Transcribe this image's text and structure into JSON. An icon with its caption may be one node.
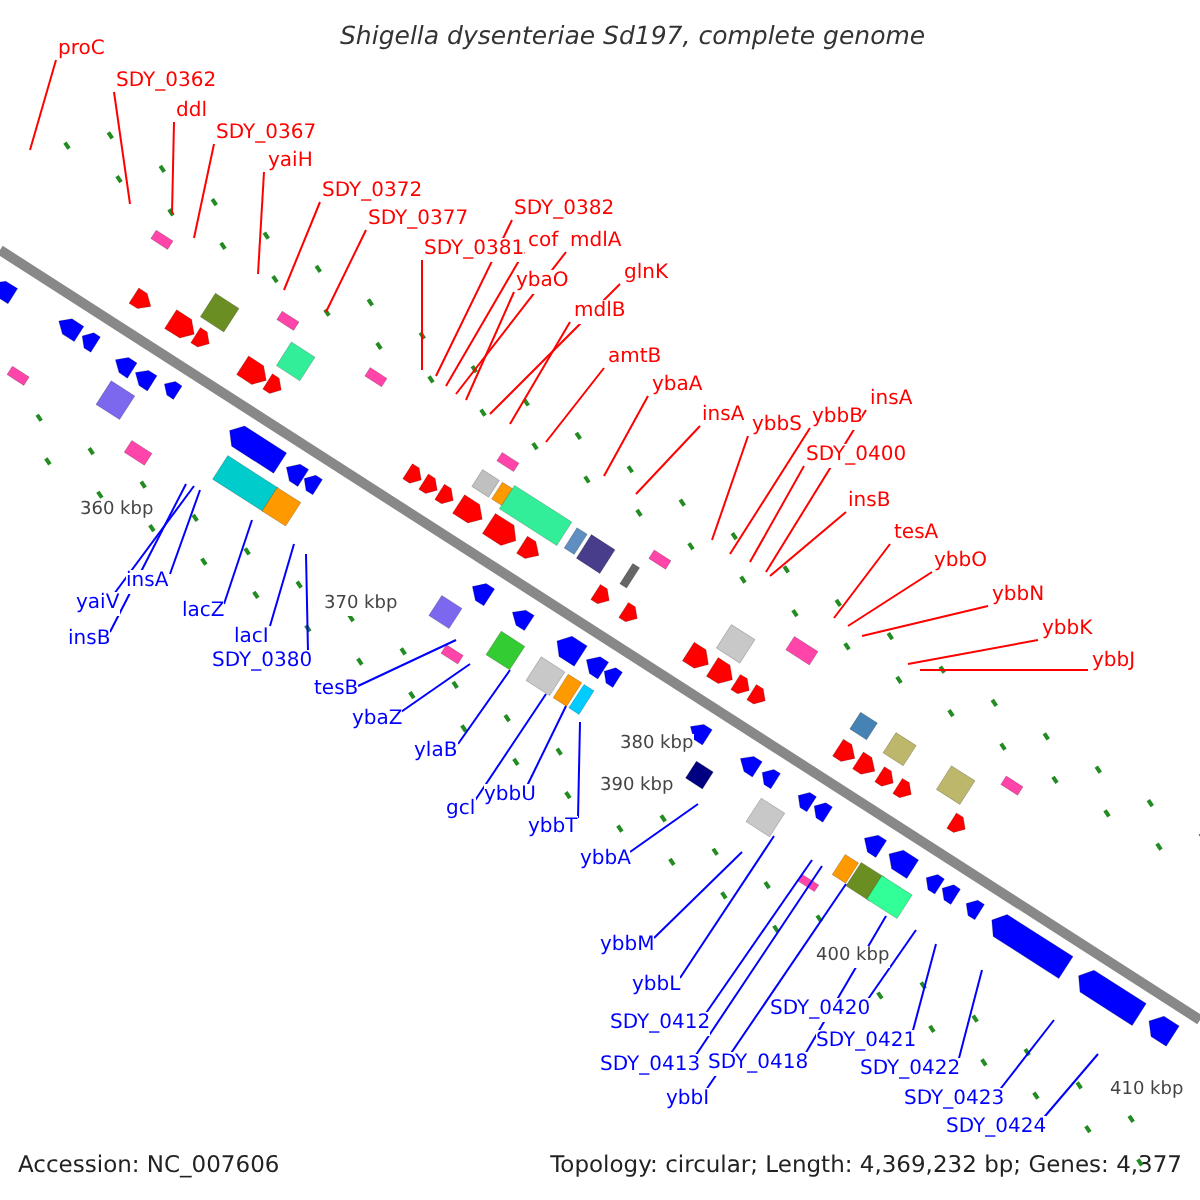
{
  "diagram": {
    "title": "Shigella dysenteriae Sd197, complete genome",
    "nodes": [
      {
        "text": [
          "proC"
        ]
      },
      {
        "text": [
          "SDY_0362"
        ]
      },
      {
        "text": [
          "ddl"
        ]
      },
      {
        "text": [
          "SDY_0367"
        ]
      },
      {
        "text": [
          "yaiH"
        ]
      },
      {
        "text": [
          "SDY_0372"
        ]
      },
      {
        "text": [
          "SDY_0377"
        ]
      },
      {
        "text": [
          "SDY_0381"
        ]
      },
      {
        "text": [
          "SDY_0382"
        ]
      },
      {
        "text": [
          "cof"
        ]
      },
      {
        "text": [
          "mdlA"
        ]
      },
      {
        "text": [
          "ybaO"
        ]
      },
      {
        "text": [
          "glnK"
        ]
      },
      {
        "text": [
          "mdlB"
        ]
      },
      {
        "text": [
          "amtB"
        ]
      },
      {
        "text": [
          "ybaA"
        ]
      },
      {
        "text": [
          "insA"
        ]
      },
      {
        "text": [
          "ybbS"
        ]
      },
      {
        "text": [
          "ybbB"
        ]
      },
      {
        "text": [
          "insA"
        ]
      },
      {
        "text": [
          "SDY_0400"
        ]
      },
      {
        "text": [
          "insB"
        ]
      },
      {
        "text": [
          "tesA"
        ]
      },
      {
        "text": [
          "ybbO"
        ]
      },
      {
        "text": [
          "ybbN"
        ]
      },
      {
        "text": [
          "ybbK"
        ]
      },
      {
        "text": [
          "ybbJ"
        ]
      },
      {
        "text": [
          "insA"
        ]
      },
      {
        "text": [
          "yaiV"
        ]
      },
      {
        "text": [
          "insB"
        ]
      },
      {
        "text": [
          "lacZ"
        ]
      },
      {
        "text": [
          "lacI"
        ]
      },
      {
        "text": [
          "SDY_0380"
        ]
      },
      {
        "text": [
          "tesB"
        ]
      },
      {
        "text": [
          "ybaZ"
        ]
      },
      {
        "text": [
          "ylaB"
        ]
      },
      {
        "text": [
          "ybbU"
        ]
      },
      {
        "text": [
          "gcl"
        ]
      },
      {
        "text": [
          "ybbT"
        ]
      },
      {
        "text": [
          "ybbA"
        ]
      },
      {
        "text": [
          "ybbM"
        ]
      },
      {
        "text": [
          "ybbL"
        ]
      },
      {
        "text": [
          "SDY_0420"
        ]
      },
      {
        "text": [
          "SDY_0412"
        ]
      },
      {
        "text": [
          "SDY_0421"
        ]
      },
      {
        "text": [
          "SDY_0413"
        ]
      },
      {
        "text": [
          "SDY_0418"
        ]
      },
      {
        "text": [
          "SDY_0422"
        ]
      },
      {
        "text": [
          "ybbI"
        ]
      },
      {
        "text": [
          "SDY_0423"
        ]
      },
      {
        "text": [
          "SDY_0424"
        ]
      }
    ],
    "edges": [
      {
        "from": 0,
        "to": null,
        "arrow": "none"
      },
      {
        "from": 1,
        "to": null,
        "arrow": "none"
      },
      {
        "from": 2,
        "to": null,
        "arrow": "none"
      },
      {
        "from": 3,
        "to": null,
        "arrow": "none"
      },
      {
        "from": 4,
        "to": null,
        "arrow": "none"
      },
      {
        "from": 5,
        "to": null,
        "arrow": "none"
      },
      {
        "from": 6,
        "to": null,
        "arrow": "none"
      },
      {
        "from": 7,
        "to": null,
        "arrow": "none"
      },
      {
        "from": 8,
        "to": null,
        "arrow": "none"
      },
      {
        "from": 9,
        "to": null,
        "arrow": "none"
      },
      {
        "from": 10,
        "to": null,
        "arrow": "none"
      },
      {
        "from": 11,
        "to": null,
        "arrow": "none"
      },
      {
        "from": 12,
        "to": null,
        "arrow": "none"
      },
      {
        "from": 13,
        "to": null,
        "arrow": "none"
      },
      {
        "from": 14,
        "to": null,
        "arrow": "none"
      },
      {
        "from": 15,
        "to": null,
        "arrow": "none"
      },
      {
        "from": 16,
        "to": null,
        "arrow": "none"
      },
      {
        "from": 17,
        "to": null,
        "arrow": "none"
      },
      {
        "from": 18,
        "to": null,
        "arrow": "none"
      },
      {
        "from": 19,
        "to": null,
        "arrow": "none"
      },
      {
        "from": 20,
        "to": null,
        "arrow": "none"
      },
      {
        "from": 21,
        "to": null,
        "arrow": "none"
      },
      {
        "from": 22,
        "to": null,
        "arrow": "none"
      },
      {
        "from": 23,
        "to": null,
        "arrow": "none"
      },
      {
        "from": 24,
        "to": null,
        "arrow": "none"
      },
      {
        "from": 25,
        "to": null,
        "arrow": "none"
      },
      {
        "from": 26,
        "to": null,
        "arrow": "none"
      },
      {
        "from": 27,
        "to": null,
        "arrow": "none",
        "color": "#0000ff"
      },
      {
        "from": 28,
        "to": null,
        "arrow": "none",
        "color": "#0000ff"
      },
      {
        "from": 29,
        "to": null,
        "arrow": "none",
        "color": "#0000ff"
      },
      {
        "from": 30,
        "to": null,
        "arrow": "none",
        "color": "#0000ff"
      },
      {
        "from": 31,
        "to": null,
        "arrow": "none",
        "color": "#0000ff"
      },
      {
        "from": 32,
        "to": null,
        "arrow": "none",
        "color": "#0000ff"
      },
      {
        "from": 33,
        "to": null,
        "arrow": "none",
        "color": "#0000ff"
      },
      {
        "from": 34,
        "to": null,
        "arrow": "none",
        "color": "#0000ff"
      },
      {
        "from": 35,
        "to": null,
        "arrow": "none",
        "color": "#0000ff"
      },
      {
        "from": 36,
        "to": null,
        "arrow": "none",
        "color": "#0000ff"
      },
      {
        "from": 37,
        "to": null,
        "arrow": "none",
        "color": "#0000ff"
      },
      {
        "from": 38,
        "to": null,
        "arrow": "none",
        "color": "#0000ff"
      },
      {
        "from": 39,
        "to": null,
        "arrow": "none",
        "color": "#0000ff"
      },
      {
        "from": 40,
        "to": null,
        "arrow": "none",
        "color": "#0000ff"
      },
      {
        "from": 41,
        "to": null,
        "arrow": "none",
        "color": "#0000ff"
      },
      {
        "from": 42,
        "to": null,
        "arrow": "none",
        "color": "#0000ff"
      },
      {
        "from": 43,
        "to": null,
        "arrow": "none",
        "color": "#0000ff"
      },
      {
        "from": 44,
        "to": null,
        "arrow": "none",
        "color": "#0000ff"
      },
      {
        "from": 45,
        "to": null,
        "arrow": "none",
        "color": "#0000ff"
      },
      {
        "from": 46,
        "to": null,
        "arrow": "none",
        "color": "#0000ff"
      },
      {
        "from": 47,
        "to": null,
        "arrow": "none",
        "color": "#0000ff"
      },
      {
        "from": 48,
        "to": null,
        "arrow": "none",
        "color": "#0000ff"
      },
      {
        "from": 49,
        "to": null,
        "arrow": "none",
        "color": "#0000ff"
      },
      {
        "from": 50,
        "to": null,
        "arrow": "none",
        "color": "#0000ff"
      }
    ],
    "labels": [
      "360 kbp",
      "370 kbp",
      "380 kbp",
      "390 kbp",
      "400 kbp",
      "410 kbp",
      "Accession: NC_007606",
      "Topology: circular; Length: 4,369,232 bp; Genes: 4,377"
    ]
  }
}
